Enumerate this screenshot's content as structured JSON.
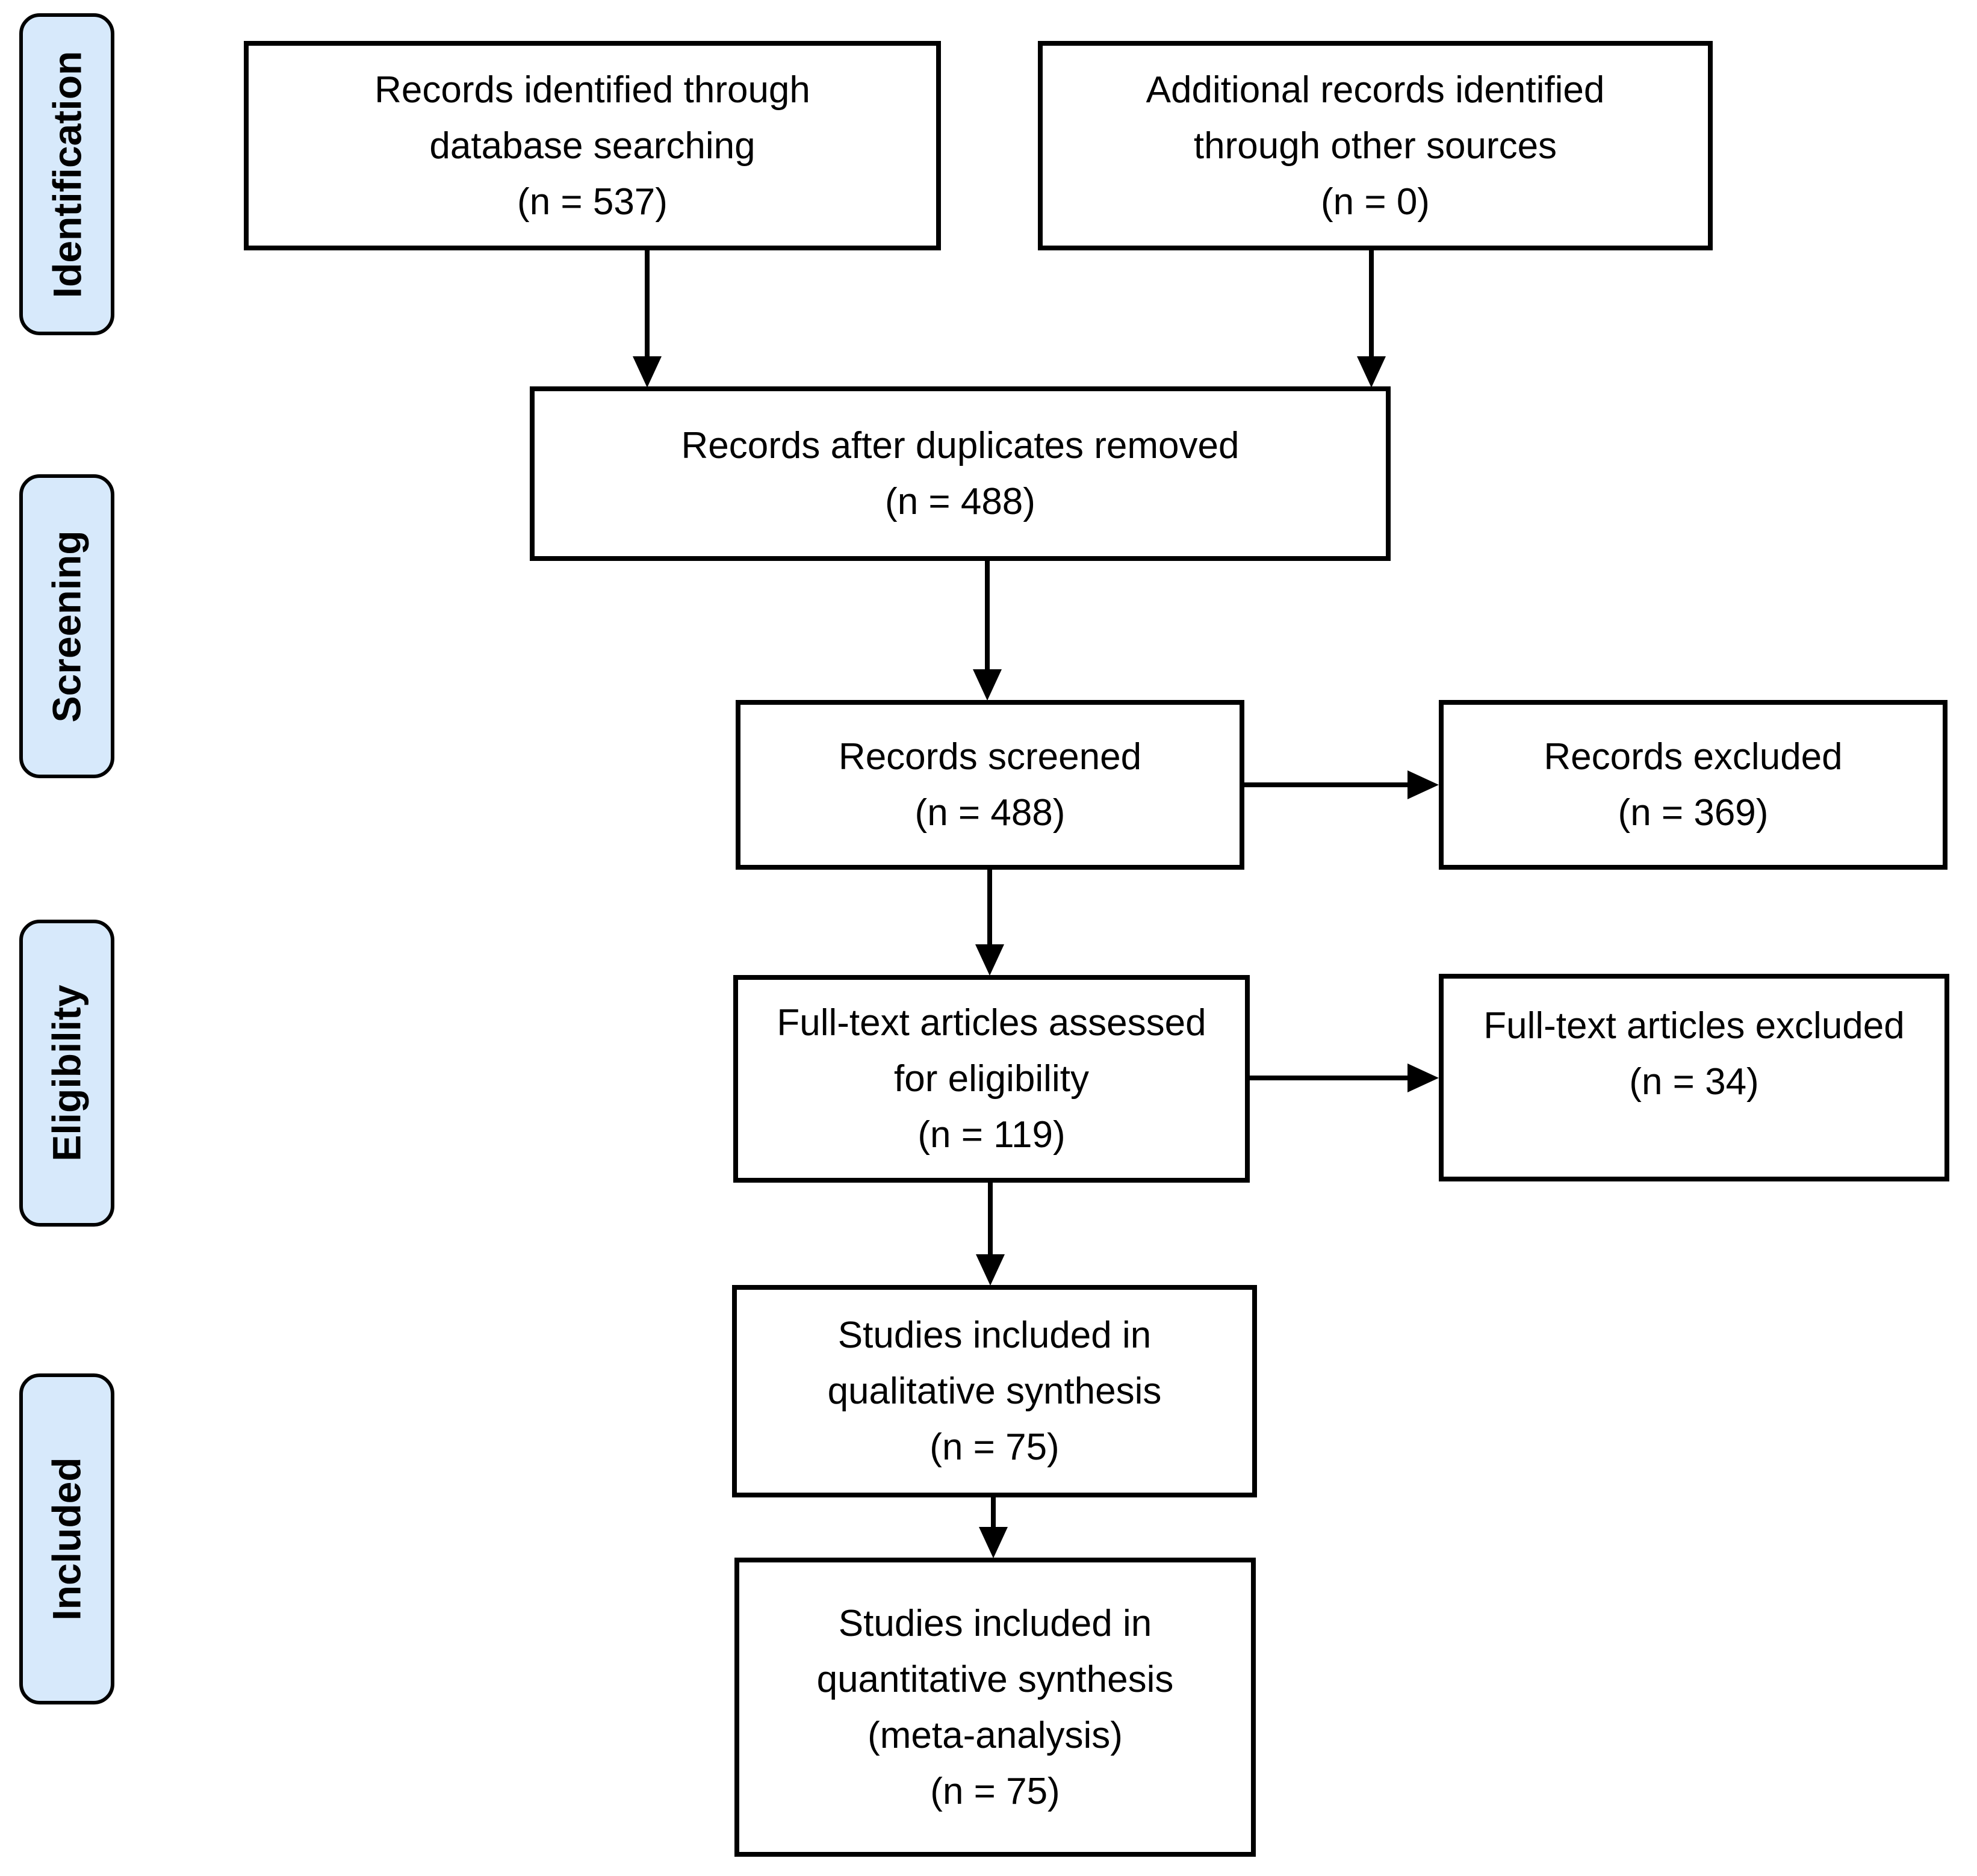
{
  "colors": {
    "background": "#ffffff",
    "box_fill": "#ffffff",
    "box_border": "#000000",
    "sidebar_fill": "#d7e9fb",
    "sidebar_border": "#000000",
    "text": "#000000"
  },
  "sidebar": {
    "items": [
      {
        "label": "Identification"
      },
      {
        "label": "Screening"
      },
      {
        "label": "Eligibility"
      },
      {
        "label": "Included"
      }
    ]
  },
  "flow": {
    "records_identified": {
      "n": 537,
      "lines": [
        "Records identified through",
        "database searching",
        "(n = 537)"
      ]
    },
    "additional_records": {
      "n": 0,
      "lines": [
        "Additional records identified",
        "through other sources",
        "(n = 0)"
      ]
    },
    "after_duplicates": {
      "n": 488,
      "lines": [
        "Records after duplicates removed",
        "(n = 488)"
      ]
    },
    "records_screened": {
      "n": 488,
      "lines": [
        "Records screened",
        "(n = 488)"
      ]
    },
    "records_excluded": {
      "n": 369,
      "lines": [
        "Records excluded",
        "(n = 369)"
      ]
    },
    "fulltext_assessed": {
      "n": 119,
      "lines": [
        "Full-text articles assessed",
        "for eligibility",
        "(n = 119)"
      ]
    },
    "fulltext_excluded": {
      "n": 34,
      "lines": [
        "Full-text articles excluded",
        "(n = 34)"
      ]
    },
    "qualitative_included": {
      "n": 75,
      "lines": [
        "Studies included in",
        "qualitative synthesis",
        "(n = 75)"
      ]
    },
    "quantitative_included": {
      "n": 75,
      "lines": [
        "Studies included in",
        "quantitative synthesis",
        "(meta-analysis)",
        "(n = 75)"
      ]
    }
  }
}
